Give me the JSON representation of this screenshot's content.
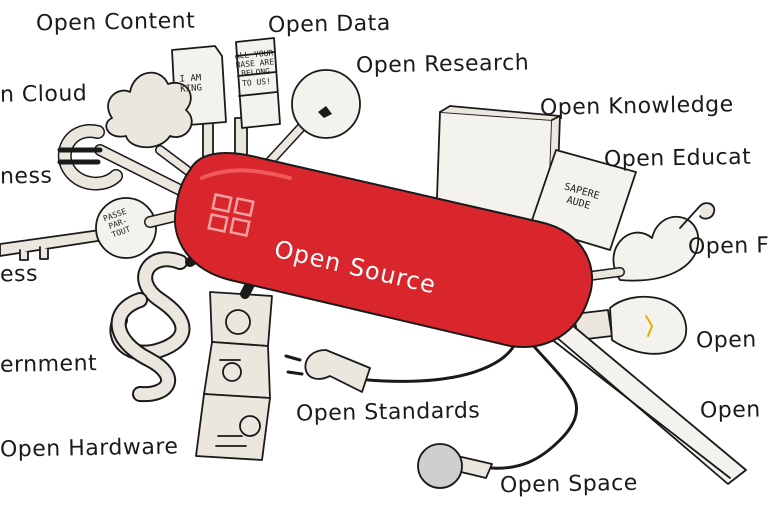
{
  "labels": {
    "open_content": "Open Content",
    "open_data": "Open Data",
    "open_research": "Open Research",
    "open_cloud": "n Cloud",
    "open_knowledge": "Open Knowledge",
    "open_business": "ness",
    "open_education": "Open Educat",
    "open_access": "ess",
    "open_right_1": "Open F",
    "open_government": "ernment",
    "open_right_2": "Open",
    "open_right_3": "Open",
    "open_standards": "Open Standards",
    "open_hardware": "Open Hardware",
    "open_space": "Open Space"
  },
  "knife": {
    "title": "Open Source",
    "color": "#d9262c"
  },
  "signs": {
    "king": "I AM\nKING",
    "base": "ALL YOUR\nBASE ARE\nBELONG\nTO US!",
    "sapere": "SAPERE\nAUDE",
    "passe": "PASSE\nPAR-\nTOUT"
  },
  "colors": {
    "tool_fill": "#ebe7de",
    "ink": "#1a1a1a",
    "red": "#d9262c"
  }
}
